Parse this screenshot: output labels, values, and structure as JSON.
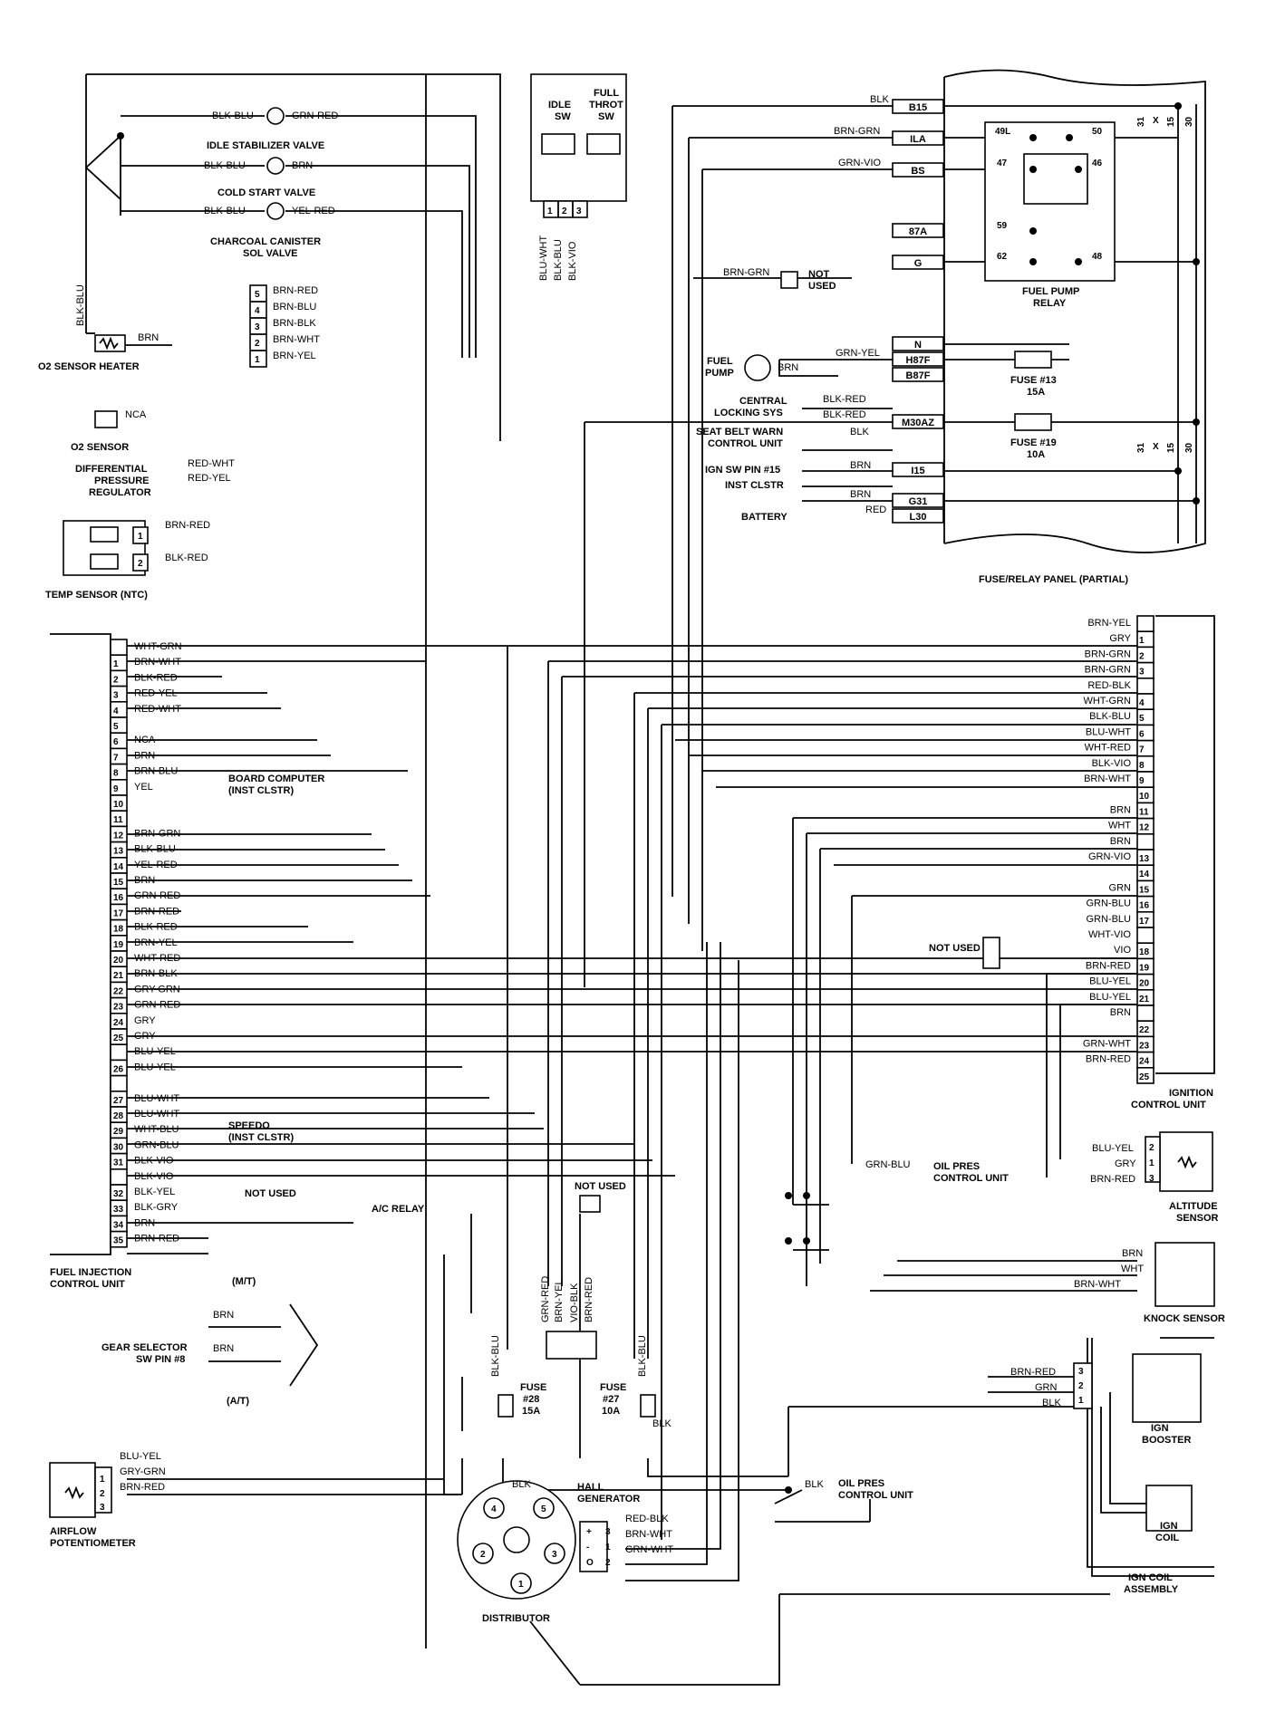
{
  "fuel_injection_unit": {
    "title": "FUEL INJECTION CONTROL UNIT",
    "pins": [
      {
        "pin": "",
        "wire": "WHT-GRN"
      },
      {
        "pin": "1",
        "wire": "BRN-WHT"
      },
      {
        "pin": "2",
        "wire": "BLK-RED"
      },
      {
        "pin": "3",
        "wire": "RED-YEL"
      },
      {
        "pin": "4",
        "wire": "RED-WHT"
      },
      {
        "pin": "5",
        "wire": ""
      },
      {
        "pin": "6",
        "wire": "NCA"
      },
      {
        "pin": "7",
        "wire": "BRN"
      },
      {
        "pin": "8",
        "wire": "BRN-BLU"
      },
      {
        "pin": "9",
        "wire": "YEL"
      },
      {
        "pin": "10",
        "wire": ""
      },
      {
        "pin": "11",
        "wire": ""
      },
      {
        "pin": "12",
        "wire": "BRN-GRN"
      },
      {
        "pin": "13",
        "wire": "BLK-BLU"
      },
      {
        "pin": "14",
        "wire": "YEL-RED"
      },
      {
        "pin": "15",
        "wire": "BRN"
      },
      {
        "pin": "16",
        "wire": "GRN-RED"
      },
      {
        "pin": "17",
        "wire": "BRN-RED"
      },
      {
        "pin": "18",
        "wire": "BLK-RED"
      },
      {
        "pin": "19",
        "wire": "BRN-YEL"
      },
      {
        "pin": "20",
        "wire": "WHT-RED"
      },
      {
        "pin": "21",
        "wire": "BRN-BLK"
      },
      {
        "pin": "22",
        "wire": "GRY-GRN"
      },
      {
        "pin": "23",
        "wire": "GRN-RED"
      },
      {
        "pin": "24",
        "wire": "GRY"
      },
      {
        "pin": "25",
        "wire": "GRY"
      },
      {
        "pin": "",
        "wire": "BLU-YEL"
      },
      {
        "pin": "26",
        "wire": "BLU-YEL"
      },
      {
        "pin": "",
        "wire": ""
      },
      {
        "pin": "27",
        "wire": "BLU-WHT"
      },
      {
        "pin": "28",
        "wire": "BLU-WHT"
      },
      {
        "pin": "29",
        "wire": "WHT-BLU"
      },
      {
        "pin": "30",
        "wire": "GRN-BLU"
      },
      {
        "pin": "31",
        "wire": "BLK-VIO"
      },
      {
        "pin": "",
        "wire": "BLK-VIO"
      },
      {
        "pin": "32",
        "wire": "BLK-YEL"
      },
      {
        "pin": "33",
        "wire": "BLK-GRY"
      },
      {
        "pin": "34",
        "wire": "BRN"
      },
      {
        "pin": "35",
        "wire": "BRN-RED"
      }
    ],
    "notes": {
      "board_computer": "BOARD COMPUTER",
      "board_computer_sub": "(INST CLSTR)",
      "speedo": "SPEEDO",
      "speedo_sub": "(INST CLSTR)",
      "not_used": "NOT USED",
      "ac_relay": "A/C RELAY"
    }
  },
  "ignition_unit": {
    "title": "IGNITION",
    "title2": "CONTROL UNIT",
    "pins": [
      {
        "pin": "",
        "wire": "BRN-YEL"
      },
      {
        "pin": "1",
        "wire": "GRY"
      },
      {
        "pin": "2",
        "wire": "BRN-GRN"
      },
      {
        "pin": "3",
        "wire": "BRN-GRN"
      },
      {
        "pin": "",
        "wire": "RED-BLK"
      },
      {
        "pin": "4",
        "wire": "WHT-GRN"
      },
      {
        "pin": "5",
        "wire": "BLK-BLU"
      },
      {
        "pin": "6",
        "wire": "BLU-WHT"
      },
      {
        "pin": "7",
        "wire": "WHT-RED"
      },
      {
        "pin": "8",
        "wire": "BLK-VIO"
      },
      {
        "pin": "9",
        "wire": "BRN-WHT"
      },
      {
        "pin": "10",
        "wire": ""
      },
      {
        "pin": "11",
        "wire": "BRN"
      },
      {
        "pin": "12",
        "wire": "WHT"
      },
      {
        "pin": "",
        "wire": "BRN"
      },
      {
        "pin": "13",
        "wire": "GRN-VIO"
      },
      {
        "pin": "14",
        "wire": ""
      },
      {
        "pin": "15",
        "wire": "GRN"
      },
      {
        "pin": "16",
        "wire": "GRN-BLU"
      },
      {
        "pin": "17",
        "wire": "GRN-BLU"
      },
      {
        "pin": "",
        "wire": "WHT-VIO"
      },
      {
        "pin": "18",
        "wire": "VIO"
      },
      {
        "pin": "19",
        "wire": "BRN-RED"
      },
      {
        "pin": "20",
        "wire": "BLU-YEL"
      },
      {
        "pin": "21",
        "wire": "BLU-YEL"
      },
      {
        "pin": "",
        "wire": "BRN"
      },
      {
        "pin": "22",
        "wire": ""
      },
      {
        "pin": "23",
        "wire": "GRN-WHT"
      },
      {
        "pin": "24",
        "wire": "BRN-RED"
      },
      {
        "pin": "25",
        "wire": ""
      }
    ],
    "not_used": "NOT USED"
  },
  "top_components": {
    "valve_wire_left": "BLK-BLU",
    "idle_valve": {
      "wire_right": "GRN-RED",
      "label": "IDLE STABILIZER VALVE"
    },
    "cold_start": {
      "wire_right": "BRN",
      "label": "COLD START VALVE"
    },
    "charcoal": {
      "wire_right": "YEL-RED",
      "label": "CHARCOAL CANISTER",
      "label2": "SOL VALVE"
    },
    "vertical_wire": "BLK-BLU",
    "o2_heater": {
      "wire": "BRN",
      "label": "O2 SENSOR HEATER"
    },
    "connector_wires": [
      "BRN-RED",
      "BRN-BLU",
      "BRN-BLK",
      "BRN-WHT",
      "BRN-YEL"
    ],
    "connector_pins": [
      "5",
      "4",
      "3",
      "2",
      "1"
    ],
    "o2_sensor": {
      "wire": "NCA",
      "label": "O2 SENSOR"
    },
    "dpr": {
      "label": "DIFFERENTIAL",
      "label2": "PRESSURE",
      "label3": "REGULATOR",
      "wires": [
        "RED-WHT",
        "RED-YEL"
      ]
    },
    "temp_sensor": {
      "label": "TEMP SENSOR (NTC)",
      "wires": [
        "BRN-RED",
        "BLK-RED"
      ],
      "pins": [
        "1",
        "2"
      ]
    },
    "throttle_switch": {
      "idle": "IDLE",
      "idle2": "SW",
      "full": "FULL",
      "full2": "THROT",
      "full3": "SW",
      "pins": [
        "1",
        "2",
        "3"
      ],
      "wires": [
        "BLU-WHT",
        "BLK-BLU",
        "BLK-VIO"
      ]
    }
  },
  "fuse_panel": {
    "title": "FUSE/RELAY PANEL (PARTIAL)",
    "terminals": [
      "B15",
      "ILA",
      "BS",
      "87A",
      "G",
      "N",
      "H87F",
      "B87F",
      "M30AZ",
      "I15",
      "G31",
      "L30"
    ],
    "wires": {
      "blk": "BLK",
      "brn_grn": "BRN-GRN",
      "grn_vio": "GRN-VIO",
      "brn_grn2": "BRN-GRN",
      "not_used": "NOT",
      "not_used2": "USED",
      "grn_yel": "GRN-YEL",
      "brn": "BRN",
      "blk_red1": "BLK-RED",
      "blk_red2": "BLK-RED",
      "blk2": "BLK",
      "brn2": "BRN",
      "brn3": "BRN",
      "red": "RED"
    },
    "relay": {
      "label": "FUEL PUMP",
      "label2": "RELAY",
      "pins": [
        "49L",
        "50",
        "47",
        "46",
        "59",
        "62",
        "48"
      ]
    },
    "fuse13": {
      "label": "FUSE #13",
      "rating": "15A"
    },
    "fuse19": {
      "label": "FUSE #19",
      "rating": "10A"
    },
    "bus_labels": [
      "31",
      "X",
      "15",
      "30"
    ],
    "items": {
      "fuel_pump": "FUEL",
      "fuel_pump2": "PUMP",
      "central": "CENTRAL",
      "central2": "LOCKING SYS",
      "seatbelt": "SEAT BELT WARN",
      "seatbelt2": "CONTROL UNIT",
      "ign_sw": "IGN SW PIN #15",
      "inst": "INST CLSTR",
      "battery": "BATTERY"
    }
  },
  "lower": {
    "gear": {
      "label": "GEAR SELECTOR",
      "label2": "SW PIN #8",
      "mt": "(M/T)",
      "at": "(A/T)",
      "wire1": "BRN",
      "wire2": "BRN"
    },
    "airflow": {
      "label": "AIRFLOW",
      "label2": "POTENTIOMETER",
      "wires": [
        "BLU-YEL",
        "GRY-GRN",
        "BRN-RED"
      ],
      "pins": [
        "1",
        "2",
        "3"
      ]
    },
    "distributor": {
      "label": "DISTRIBUTOR",
      "terminals": [
        "1",
        "2",
        "3",
        "4",
        "5"
      ]
    },
    "hall": {
      "label": "HALL",
      "label2": "GENERATOR",
      "wires": [
        "RED-BLK",
        "BRN-WHT",
        "GRN-WHT"
      ],
      "pins": [
        "3",
        "1",
        "2"
      ],
      "signs": [
        "+",
        "-",
        "O"
      ]
    },
    "not_used": "NOT USED",
    "sensor_wires": [
      "GRN-RED",
      "BRN-YEL",
      "VIO-BLK",
      "BRN-RED"
    ],
    "fuse28": {
      "label": "FUSE",
      "label2": "#28",
      "rating": "15A",
      "wire": "BLK-BLU"
    },
    "fuse27": {
      "label": "FUSE",
      "label2": "#27",
      "rating": "10A",
      "wire": "BLK-BLU"
    },
    "blk1": "BLK",
    "blk2": "BLK",
    "blk3": "BLK",
    "oil_pres": {
      "label": "OIL PRES",
      "label2": "CONTROL UNIT",
      "wire": "GRN-BLU"
    },
    "oil_pres2": {
      "label": "OIL PRES",
      "label2": "CONTROL UNIT"
    },
    "altitude": {
      "label": "ALTITUDE",
      "label2": "SENSOR",
      "wires": [
        "BLU-YEL",
        "GRY",
        "BRN-RED"
      ],
      "pins": [
        "2",
        "1",
        "3"
      ]
    },
    "knock": {
      "label": "KNOCK SENSOR",
      "wires": [
        "BRN",
        "WHT",
        "BRN-WHT"
      ]
    },
    "ign_coil_assy": {
      "label": "IGN COIL",
      "label2": "ASSEMBLY",
      "booster": "IGN",
      "booster2": "BOOSTER",
      "coil": "IGN",
      "coil2": "COIL",
      "wires": [
        "BRN-RED",
        "GRN",
        "BLK"
      ],
      "pins": [
        "3",
        "2",
        "1"
      ]
    }
  }
}
